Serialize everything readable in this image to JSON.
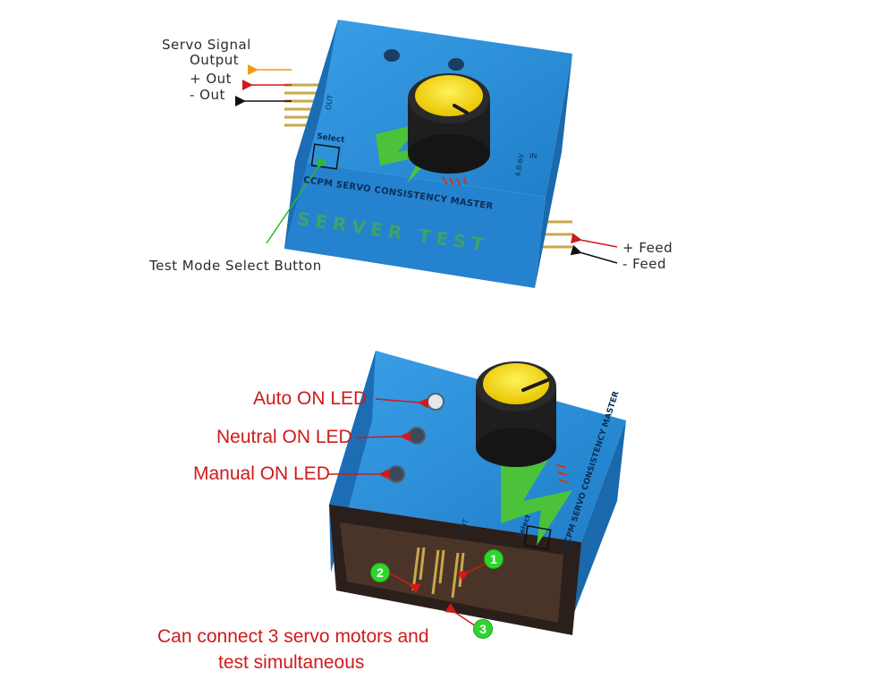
{
  "top_device": {
    "labels": {
      "servo_signal_line1": "Servo Signal",
      "servo_signal_line2": "Output",
      "plus_out": "+ Out",
      "minus_out": "- Out",
      "plus_feed": "+ Feed",
      "minus_feed": "- Feed",
      "test_mode": "Test Mode Select Button"
    },
    "printed": {
      "out": "OUT",
      "select": "Select",
      "title": "CCPM SERVO CONSISTENCY MASTER",
      "voltage": "4.8-6V",
      "in": "IN",
      "server_test": "SERVER TEST"
    }
  },
  "bottom_device": {
    "labels": {
      "auto_led": "Auto ON LED",
      "neutral_led": "Neutral ON LED",
      "manual_led": "Manual ON LED",
      "caption_line1": "Can connect 3 servo motors and",
      "caption_line2": "test simultaneous"
    },
    "printed": {
      "title": "CCPM SERVO CONSISTENCY MASTER",
      "out": "OUT",
      "select": "Select"
    },
    "badges": [
      "1",
      "2",
      "3"
    ]
  },
  "colors": {
    "body_blue": "#2f8fd8",
    "knob_yellow": "#f5d90a",
    "label_red": "#d01a1a",
    "badge_green": "#2fd62f",
    "arrow_orange": "#f29a1e",
    "arrow_red": "#d01a1a"
  }
}
